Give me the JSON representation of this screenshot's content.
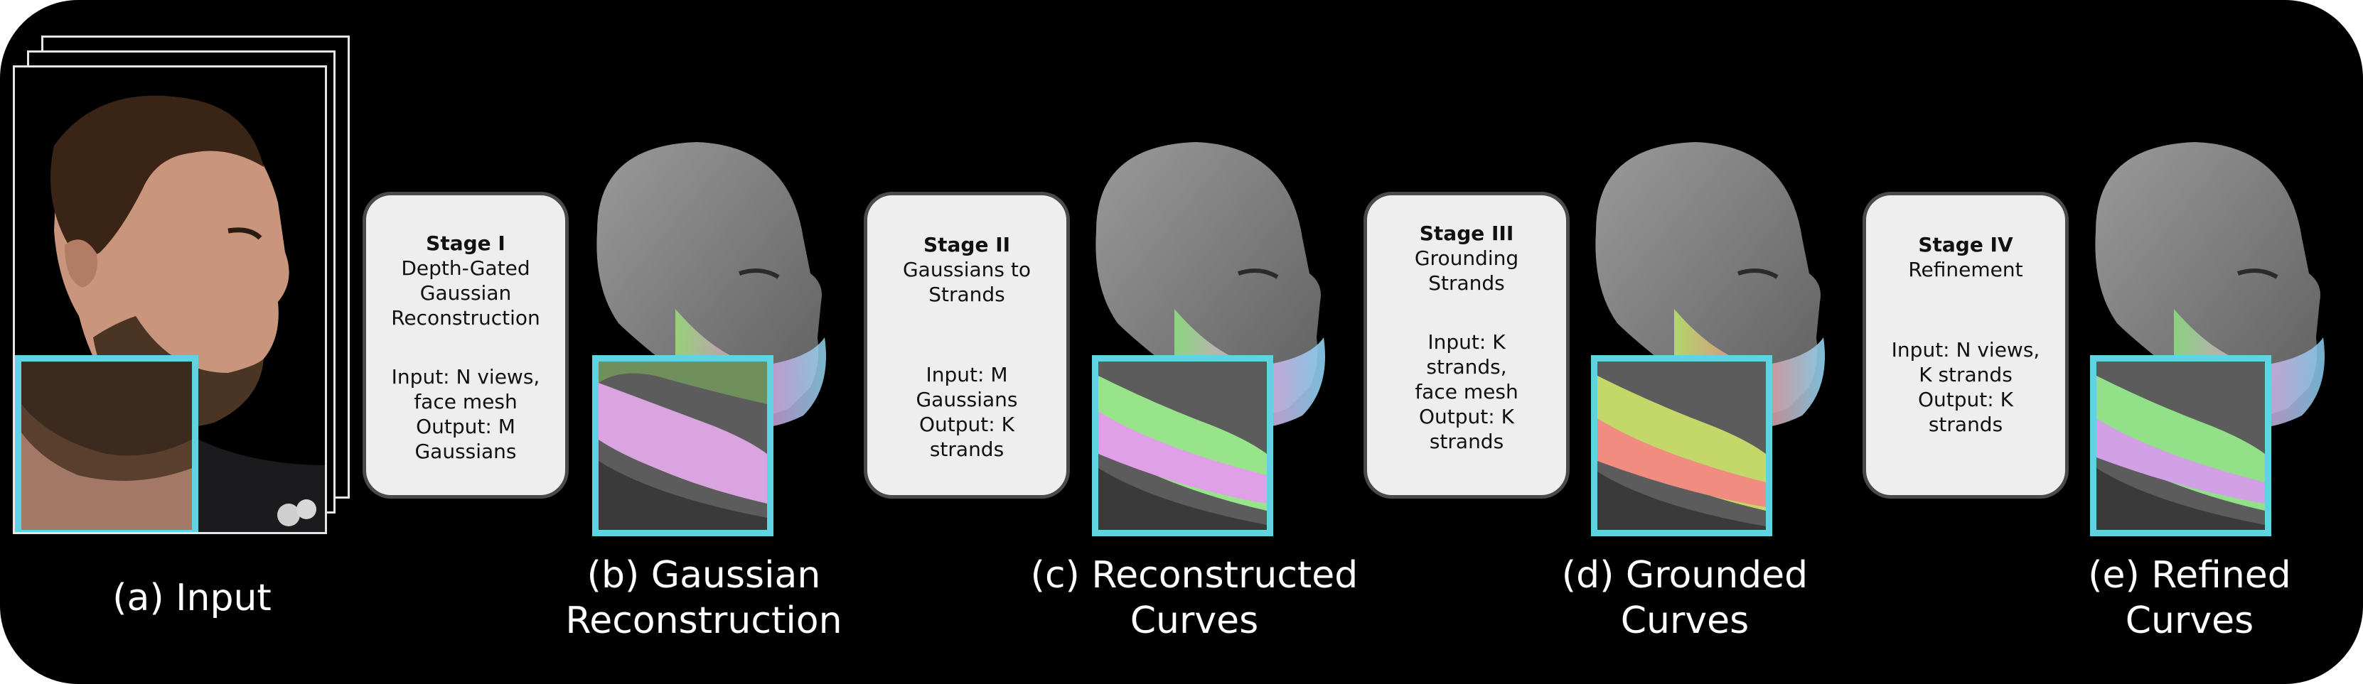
{
  "colors": {
    "background": "#000000",
    "inset_border": "#5fd3e2",
    "stage_box_fill": "#eeeeee",
    "stage_box_border": "#4a4a4a",
    "head_skin": "#8d8d8d"
  },
  "captions": {
    "a": "(a) Input",
    "b": "(b) Gaussian\nReconstruction",
    "c": "(c) Reconstructed\nCurves",
    "d": "(d) Grounded\nCurves",
    "e": "(e) Refined\nCurves"
  },
  "stages": [
    {
      "title": "Stage I",
      "subtitle": "Depth-Gated\nGaussian\nReconstruction",
      "io": "Input: N views,\nface mesh\nOutput: M\nGaussians"
    },
    {
      "title": "Stage II",
      "subtitle": "Gaussians to\nStrands",
      "io": "Input: M\nGaussians\nOutput: K\nstrands"
    },
    {
      "title": "Stage III",
      "subtitle": "Grounding\nStrands",
      "io": "Input: K\nstrands,\nface mesh\nOutput: K\nstrands"
    },
    {
      "title": "Stage IV",
      "subtitle": "Refinement",
      "io": "Input: N views,\nK strands\nOutput: K\nstrands"
    }
  ]
}
